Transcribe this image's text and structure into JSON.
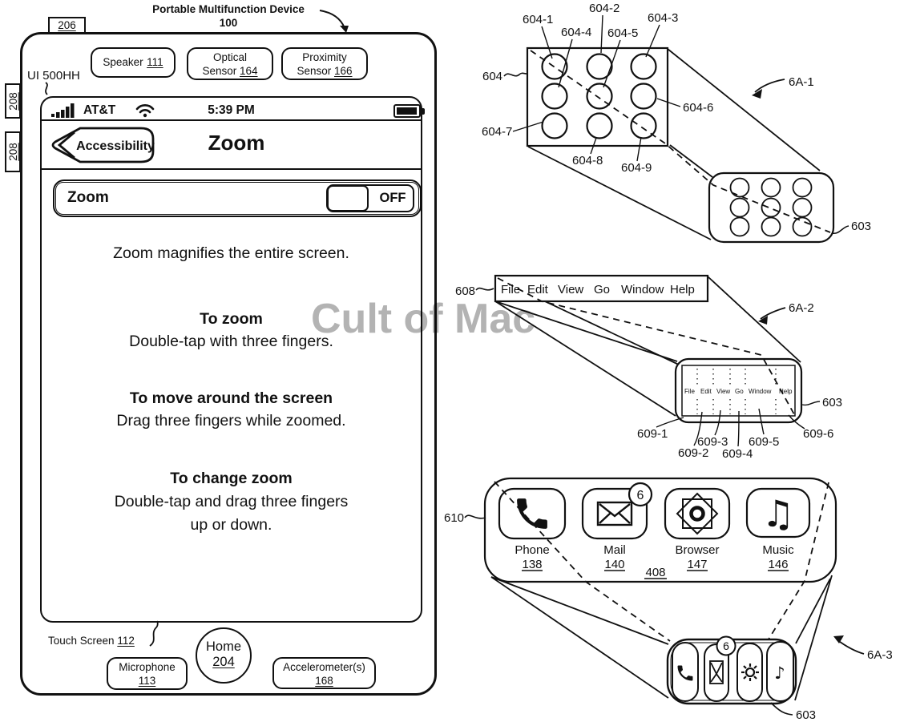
{
  "watermark": "Cult of Mac",
  "device": {
    "title_line1": "Portable Multifunction Device",
    "title_ref": "100",
    "tab_206": "206",
    "tab_208a": "208",
    "tab_208b": "208",
    "ui_label": "UI 500HH",
    "speaker": {
      "text": "Speaker",
      "ref": "111"
    },
    "optical": {
      "line1": "Optical",
      "line2": "Sensor",
      "ref": "164"
    },
    "proximity": {
      "line1": "Proximity",
      "line2": "Sensor",
      "ref": "166"
    },
    "status_bar": {
      "carrier": "AT&T",
      "time": "5:39 PM"
    },
    "nav": {
      "back_label": "Accessibility",
      "title": "Zoom"
    },
    "zoom_row": {
      "label": "Zoom",
      "toggle_state": "OFF"
    },
    "body": {
      "intro": "Zoom magnifies the entire screen.",
      "s1_head": "To zoom",
      "s1_body": "Double-tap with three fingers.",
      "s2_head": "To move around the screen",
      "s2_body": "Drag three fingers while zoomed.",
      "s3_head": "To change zoom",
      "s3_body1": "Double-tap and drag three fingers",
      "s3_body2": "up or down."
    },
    "touch_screen": {
      "text": "Touch Screen",
      "ref": "112"
    },
    "home": {
      "text": "Home",
      "ref": "204"
    },
    "microphone": {
      "text": "Microphone",
      "ref": "113"
    },
    "accelerometer": {
      "text": "Accelerometer(s)",
      "ref": "168"
    }
  },
  "fig1": {
    "name": "6A-1",
    "ref_main": "604",
    "ref_device": "603",
    "dot_labels": [
      "604-1",
      "604-2",
      "604-3",
      "604-4",
      "604-5",
      "604-6",
      "604-7",
      "604-8",
      "604-9"
    ]
  },
  "fig2": {
    "name": "6A-2",
    "ref_menubar": "608",
    "ref_device": "603",
    "menu": [
      "File",
      "Edit",
      "View",
      "Go",
      "Window",
      "Help"
    ],
    "key_labels": [
      "609-1",
      "609-2",
      "609-3",
      "609-4",
      "609-5",
      "609-6"
    ]
  },
  "fig3": {
    "name": "6A-3",
    "ref_main": "610",
    "ref_device": "603",
    "ref_tray": "408",
    "badge": "6",
    "apps": [
      {
        "label": "Phone",
        "ref": "138"
      },
      {
        "label": "Mail",
        "ref": "140"
      },
      {
        "label": "Browser",
        "ref": "147"
      },
      {
        "label": "Music",
        "ref": "146"
      }
    ]
  }
}
